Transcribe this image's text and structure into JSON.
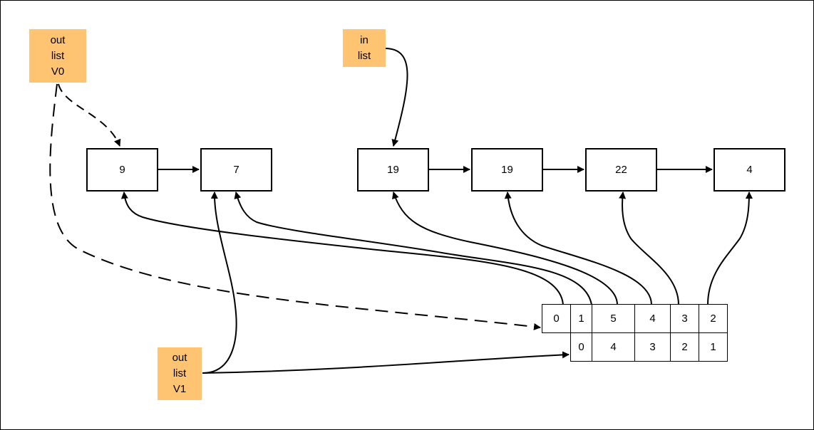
{
  "labels": {
    "out_v0": [
      "out",
      "list",
      "V0"
    ],
    "in_list": [
      "in",
      "list"
    ],
    "out_v1": [
      "out",
      "list",
      "V1"
    ]
  },
  "nodes": [
    "9",
    "7",
    "19",
    "19",
    "22",
    "4"
  ],
  "array_v0": [
    "0",
    "1",
    "5",
    "4",
    "3",
    "2"
  ],
  "array_v1": [
    "0",
    "4",
    "3",
    "2",
    "1"
  ],
  "colors": {
    "label_fill": "#ffc471",
    "stroke": "#000000"
  }
}
